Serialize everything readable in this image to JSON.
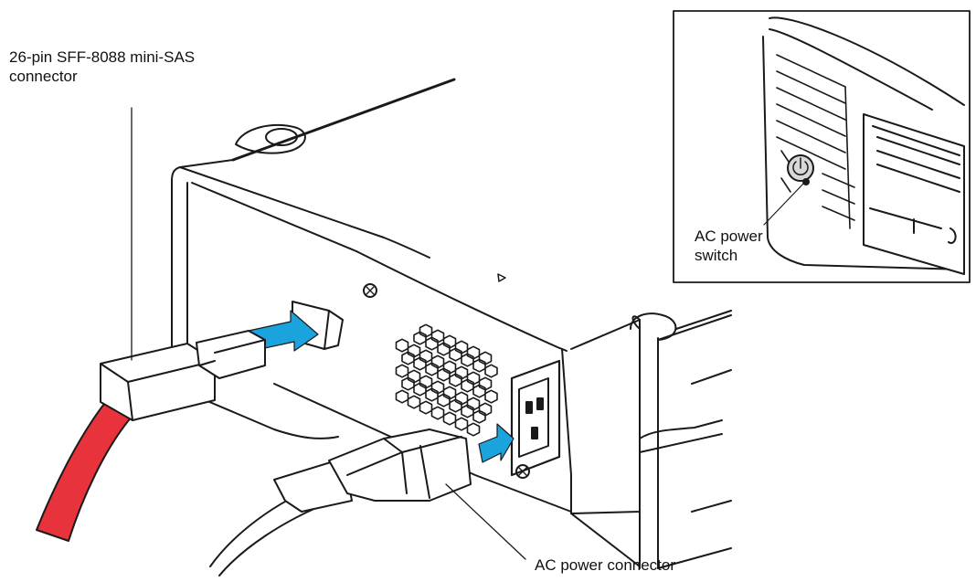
{
  "labels": {
    "sas_connector_line1": "26-pin SFF-8088 mini-SAS",
    "sas_connector_line2": "connector",
    "ac_power_switch_line1": "AC power",
    "ac_power_switch_line2": "switch",
    "ac_power_connector": "AC power connector"
  },
  "colors": {
    "outline": "#1a1a1a",
    "arrow": "#1aa3dc",
    "sas_cable": "#e8323c",
    "background": "#ffffff"
  },
  "icons": {
    "power_switch": "power-icon",
    "screw": "screw-icon",
    "arrow": "insertion-arrow-icon"
  }
}
